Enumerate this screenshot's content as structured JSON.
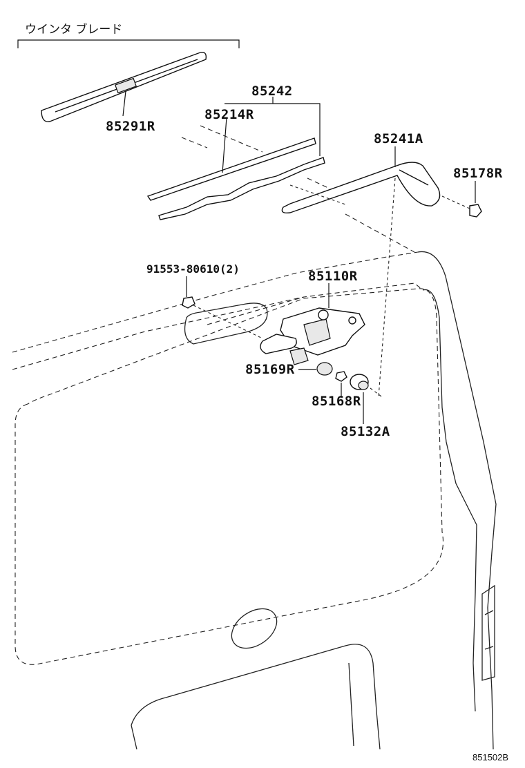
{
  "diagram": {
    "group_label": "ウインタ ブレード",
    "drawing_code": "851502B"
  },
  "parts": [
    {
      "id": "p85291r",
      "number": "85291R"
    },
    {
      "id": "p85242",
      "number": "85242"
    },
    {
      "id": "p85214r",
      "number": "85214R"
    },
    {
      "id": "p85241a",
      "number": "85241A"
    },
    {
      "id": "p85178r",
      "number": "85178R"
    },
    {
      "id": "p91553",
      "number": "91553-80610(2)"
    },
    {
      "id": "p85110r",
      "number": "85110R"
    },
    {
      "id": "p85169r",
      "number": "85169R"
    },
    {
      "id": "p85168r",
      "number": "85168R"
    },
    {
      "id": "p85132a",
      "number": "85132A"
    }
  ]
}
